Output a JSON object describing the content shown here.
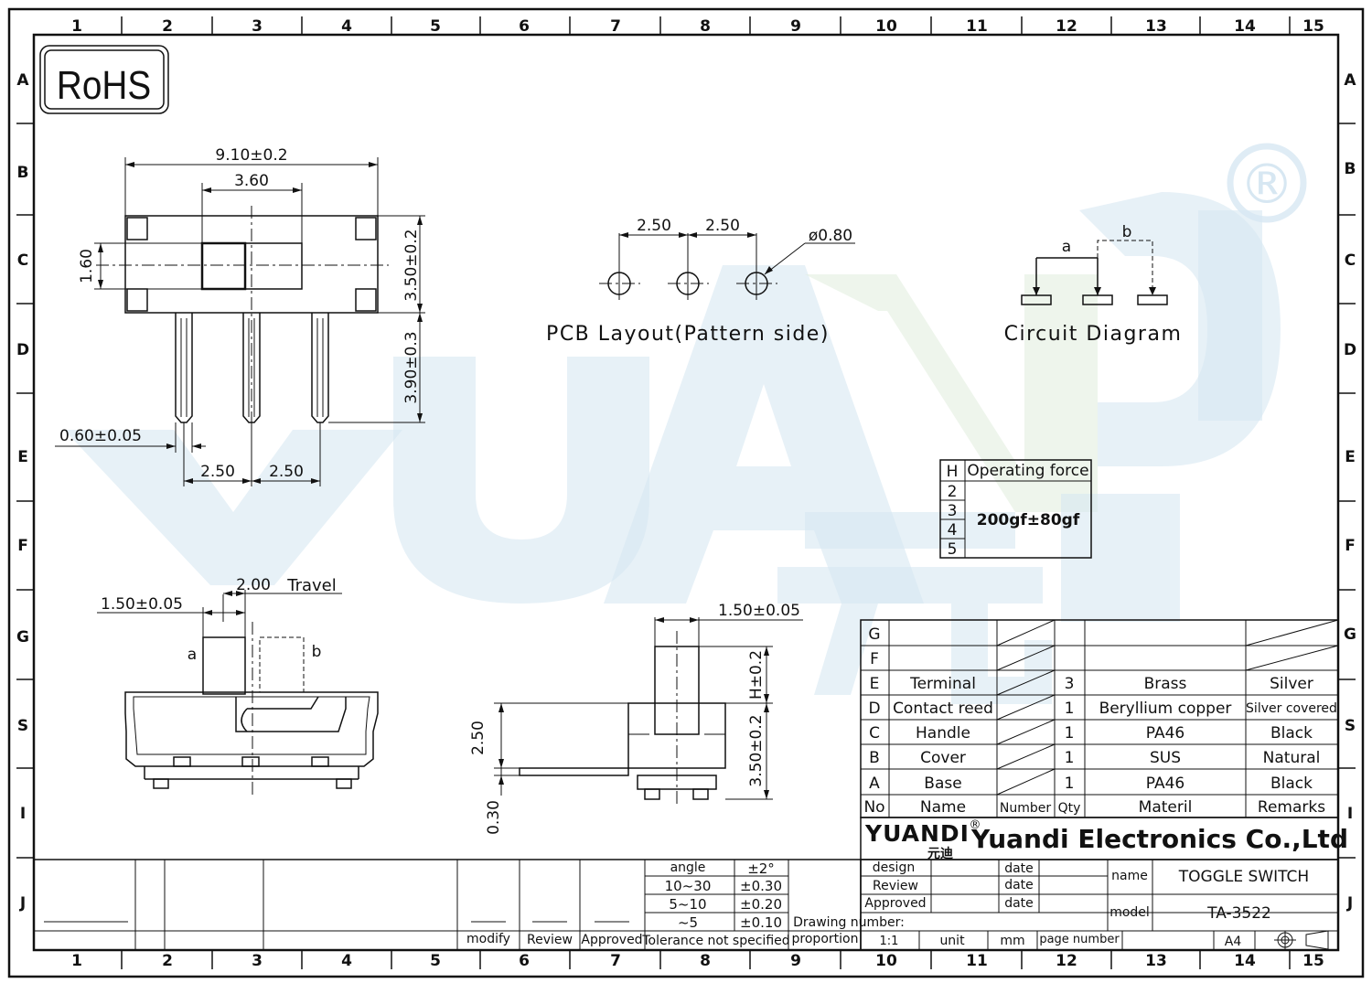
{
  "grid": {
    "cols": [
      "1",
      "2",
      "3",
      "4",
      "5",
      "6",
      "7",
      "8",
      "9",
      "10",
      "11",
      "12",
      "13",
      "14",
      "15"
    ],
    "rows": [
      "A",
      "B",
      "C",
      "D",
      "E",
      "F",
      "G",
      "S",
      "I",
      "J"
    ]
  },
  "rohs": "RoHS",
  "watermark": {
    "brand": "YUANDI",
    "registered": "®",
    "chinese": "元迪"
  },
  "top_view": {
    "width": "9.10±0.2",
    "slot": "3.60",
    "slot_h": "1.60",
    "height": "3.50±0.2",
    "pin_len": "3.90±0.3",
    "pin_w": "0.60±0.05",
    "pitch1": "2.50",
    "pitch2": "2.50"
  },
  "pcb": {
    "pitch1": "2.50",
    "pitch2": "2.50",
    "dia": "ø0.80",
    "caption": "PCB Layout(Pattern side)"
  },
  "circuit": {
    "a": "a",
    "b": "b",
    "caption": "Circuit Diagram"
  },
  "force_table": {
    "header_h": "H",
    "header_force": "Operating force",
    "rows": [
      "2",
      "3",
      "4",
      "5"
    ],
    "value": "200gf±80gf"
  },
  "side_view": {
    "actuator": "1.50±0.05",
    "travel_val": "2.00",
    "travel": "Travel",
    "a": "a",
    "b": "b"
  },
  "end_view": {
    "actuator": "1.50±0.05",
    "h": "H±0.2",
    "body_h": "3.50±0.2",
    "height": "2.50",
    "thick": "0.30"
  },
  "bom": {
    "rows": [
      {
        "id": "G",
        "name": "",
        "num": "",
        "qty": "",
        "mat": "",
        "rem": ""
      },
      {
        "id": "F",
        "name": "",
        "num": "",
        "qty": "",
        "mat": "",
        "rem": ""
      },
      {
        "id": "E",
        "name": "Terminal",
        "num": "",
        "qty": "3",
        "mat": "Brass",
        "rem": "Silver"
      },
      {
        "id": "D",
        "name": "Contact reed",
        "num": "",
        "qty": "1",
        "mat": "Beryllium copper",
        "rem": "Silver covered"
      },
      {
        "id": "C",
        "name": "Handle",
        "num": "",
        "qty": "1",
        "mat": "PA46",
        "rem": "Black"
      },
      {
        "id": "B",
        "name": "Cover",
        "num": "",
        "qty": "1",
        "mat": "SUS",
        "rem": "Natural"
      },
      {
        "id": "A",
        "name": "Base",
        "num": "",
        "qty": "1",
        "mat": "PA46",
        "rem": "Black"
      }
    ],
    "header": {
      "no": "No",
      "name": "Name",
      "num": "Number",
      "qty": "Qty",
      "mat": "Materil",
      "rem": "Remarks"
    }
  },
  "company": {
    "logo": "YUANDI",
    "logo_cn": "元迪",
    "reg": "®",
    "name": "Yuandi Electronics Co.,Ltd"
  },
  "tolerance": {
    "rows": [
      {
        "range": "angle",
        "tol": "±2°"
      },
      {
        "range": "10~30",
        "tol": "±0.30"
      },
      {
        "range": "5~10",
        "tol": "±0.20"
      },
      {
        "range": "~5",
        "tol": "±0.10"
      }
    ],
    "footer": "Tolerance not specified",
    "modify": "modify",
    "review": "Review",
    "approved": "Approved"
  },
  "title_block": {
    "design": "design",
    "review": "Review",
    "approved": "Approved",
    "date": "date",
    "name_label": "name",
    "name": "TOGGLE SWITCH",
    "model_label": "model",
    "model": "TA-3522",
    "drawing_number": "Drawing number:",
    "proportion": "proportion",
    "scale": "1:1",
    "unit": "unit",
    "unit_val": "mm",
    "page_number": "page number",
    "size": "A4"
  }
}
